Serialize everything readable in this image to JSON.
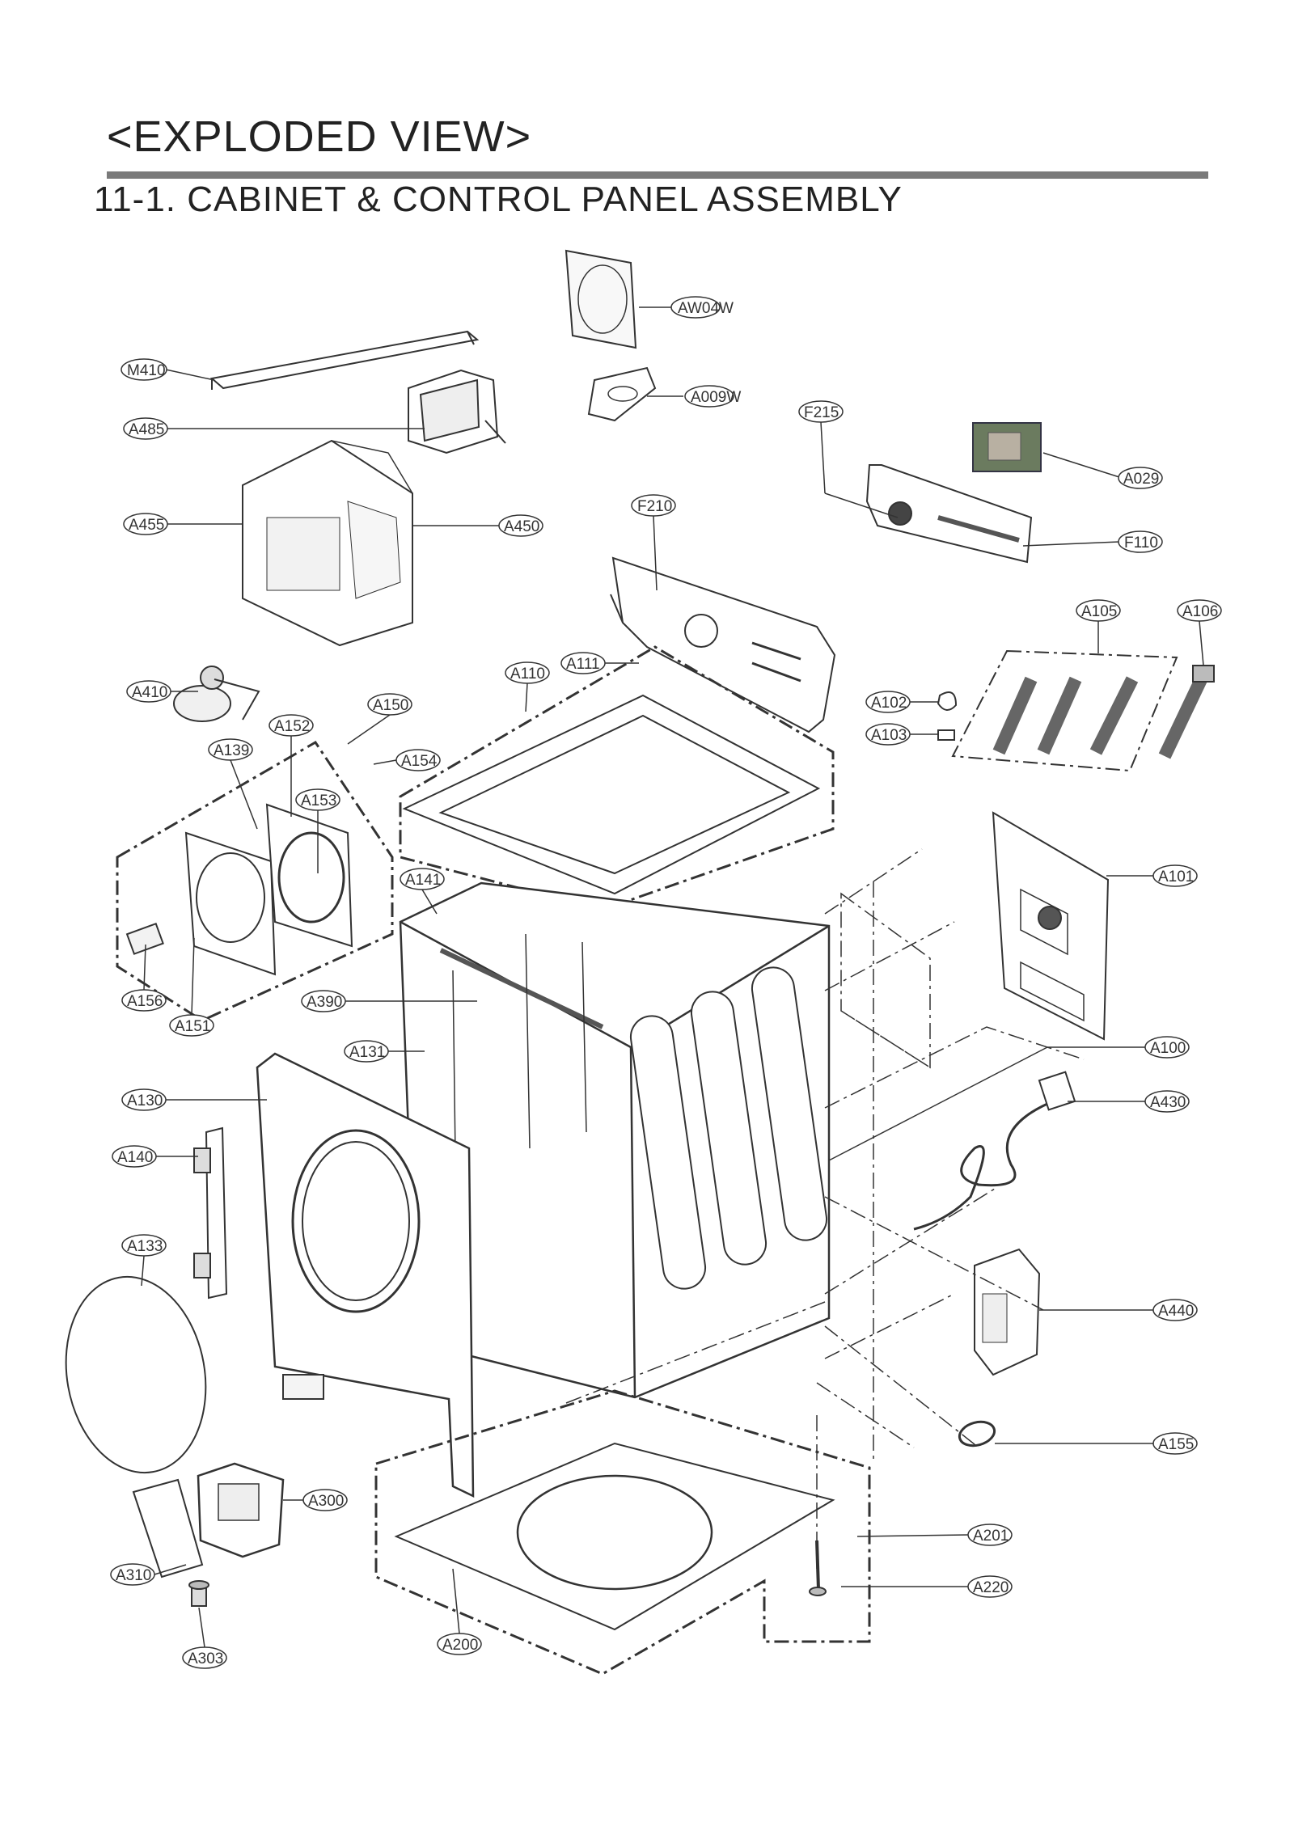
{
  "header": {
    "title": "<EXPLODED VIEW>",
    "subtitle": "11-1. CABINET  & CONTROL PANEL ASSEMBLY"
  },
  "callouts": {
    "AW04W": "AW04W",
    "A009W": "A009W",
    "M410": "M410",
    "A485": "A485",
    "F215": "F215",
    "A029": "A029",
    "A455": "A455",
    "A450": "A450",
    "F210": "F210",
    "F110": "F110",
    "A105": "A105",
    "A106": "A106",
    "A410": "A410",
    "A110": "A110",
    "A111": "A111",
    "A150": "A150",
    "A152": "A152",
    "A102": "A102",
    "A103": "A103",
    "A139": "A139",
    "A154": "A154",
    "A153": "A153",
    "A101": "A101",
    "A141": "A141",
    "A156": "A156",
    "A390": "A390",
    "A151": "A151",
    "A131": "A131",
    "A100": "A100",
    "A130": "A130",
    "A430": "A430",
    "A140": "A140",
    "A133": "A133",
    "A440": "A440",
    "A155": "A155",
    "A300": "A300",
    "A201": "A201",
    "A310": "A310",
    "A220": "A220",
    "A303": "A303",
    "A200": "A200"
  }
}
